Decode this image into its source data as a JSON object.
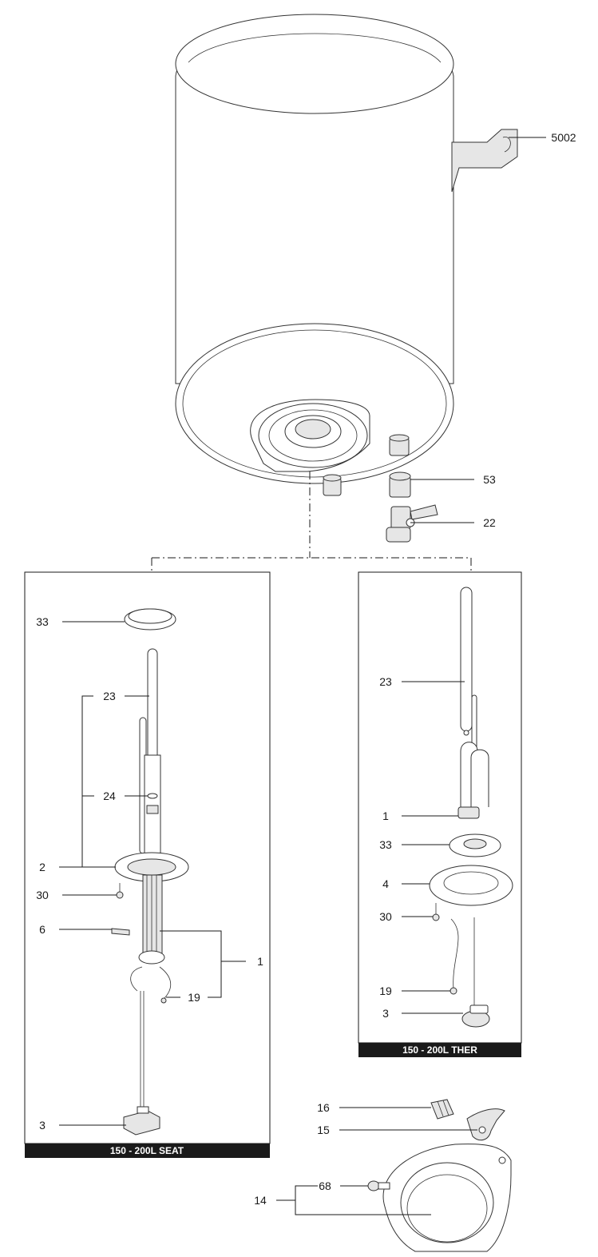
{
  "panels": {
    "left_title": "150 - 200L SEAT",
    "right_title": "150 - 200L THER"
  },
  "labels": {
    "p5002": "5002",
    "p53": "53",
    "p22": "22",
    "left": {
      "p33": "33",
      "p23": "23",
      "p24": "24",
      "p2": "2",
      "p30": "30",
      "p6": "6",
      "p1": "1",
      "p19": "19",
      "p3": "3"
    },
    "right": {
      "p23": "23",
      "p1": "1",
      "p33": "33",
      "p4": "4",
      "p30": "30",
      "p19": "19",
      "p3": "3"
    },
    "p16": "16",
    "p15": "15",
    "p68": "68",
    "p14": "14"
  }
}
